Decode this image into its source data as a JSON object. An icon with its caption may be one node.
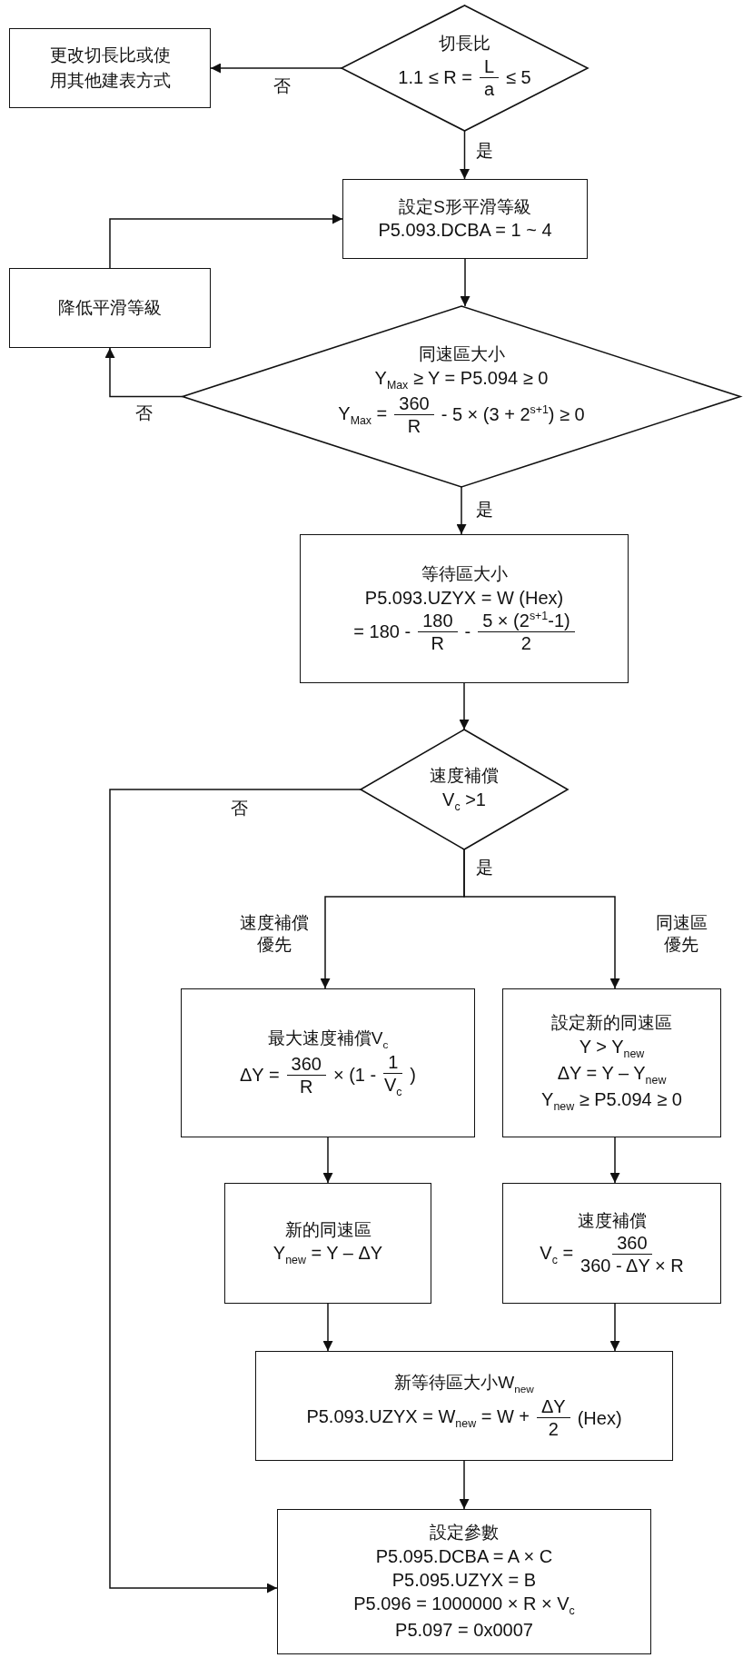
{
  "diagram": {
    "nodes": [
      {
        "text": [
          "切長比",
          "1.1 ≤ R =",
          "L",
          "a",
          "≤ 5"
        ]
      },
      {
        "text": [
          "更改切長比或使用其他建表方式"
        ]
      },
      {
        "text": [
          "設定S形平滑等級",
          "P5.093.DCBA = 1 ~ 4"
        ]
      },
      {
        "text": [
          "降低平滑等級"
        ]
      },
      {
        "text": [
          "同速區大小",
          "Y$_{Max}$ ≥ Y = P5.094 ≥ 0",
          "Y$_{Max}$ =",
          "360",
          "R",
          "- 5 × (3 + 2$^{s+1}$) ≥ 0"
        ]
      },
      {
        "text": [
          "等待區大小",
          "P5.093.UZYX = W (Hex)",
          "= 180 -",
          "180",
          "R",
          "-",
          "5 × (2$^{s+1}$-1)",
          "2"
        ]
      },
      {
        "text": [
          "速度補償",
          "V$_{c}$ >1"
        ]
      },
      {
        "text": [
          "最大速度補償V$_{c}$",
          "ΔY =",
          "360",
          "R",
          "× (1 -",
          "1",
          "V$_{c}$",
          ")"
        ]
      },
      {
        "text": [
          "設定新的同速區",
          "Y > Y$_{new}$",
          "ΔY = Y – Y$_{new}$",
          "Y$_{new}$ ≥ P5.094 ≥ 0"
        ]
      },
      {
        "text": [
          "新的同速區",
          "Y$_{new}$ = Y – ΔY"
        ]
      },
      {
        "text": [
          "速度補償",
          "V$_{c}$ =",
          "360",
          "360 - ΔY × R"
        ]
      },
      {
        "text": [
          "新等待區大小W$_{new}$",
          "P5.093.UZYX = W$_{new}$ = W +",
          "ΔY",
          "2",
          "(Hex)"
        ]
      },
      {
        "text": [
          "設定參數",
          "P5.095.DCBA = A × C",
          "P5.095.UZYX = B",
          "P5.096 = 1000000 × R × V$_{c}$",
          "P5.097 = 0x0007"
        ]
      }
    ],
    "edges": [
      {
        "from": 0,
        "to": 1,
        "arrow": "to",
        "label": "否"
      },
      {
        "from": 0,
        "to": 2,
        "arrow": "to",
        "label": "是"
      },
      {
        "from": 2,
        "to": 4,
        "arrow": "to"
      },
      {
        "from": 4,
        "to": 3,
        "arrow": "to",
        "label": "否"
      },
      {
        "from": 3,
        "to": 2,
        "arrow": "to"
      },
      {
        "from": 4,
        "to": 5,
        "arrow": "to",
        "label": "是"
      },
      {
        "from": 5,
        "to": 6,
        "arrow": "to"
      },
      {
        "from": 6,
        "to": 7,
        "arrow": "to",
        "label": "速度補償優先"
      },
      {
        "from": 6,
        "to": 8,
        "arrow": "to",
        "label": "同速區優先"
      },
      {
        "from": 7,
        "to": 9,
        "arrow": "to"
      },
      {
        "from": 8,
        "to": 10,
        "arrow": "to"
      },
      {
        "from": 9,
        "to": 11,
        "arrow": "to"
      },
      {
        "from": 10,
        "to": 11,
        "arrow": "to"
      },
      {
        "from": 11,
        "to": 12,
        "arrow": "to"
      },
      {
        "from": 6,
        "to": 12,
        "arrow": "to",
        "label": "否"
      }
    ],
    "labels": [
      "是"
    ]
  }
}
